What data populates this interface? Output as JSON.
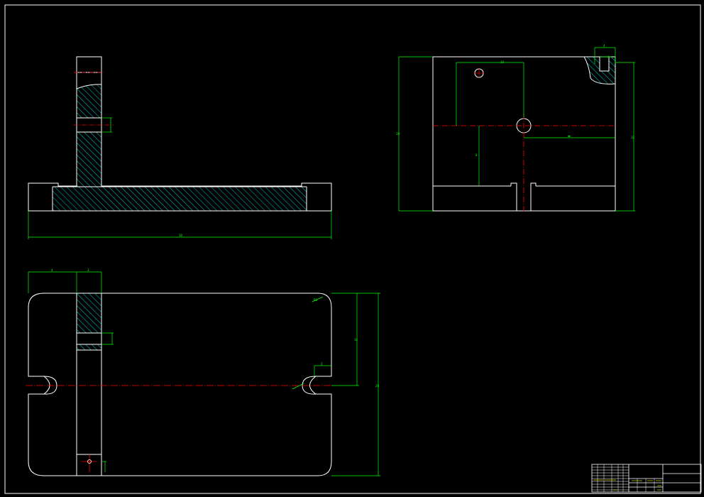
{
  "drawing": {
    "colors": {
      "background": "#000000",
      "outline": "#ffffff",
      "dimension": "#00ff00",
      "centerline": "#ff0000",
      "hatch": "#00ffff"
    },
    "front_view": {
      "overall_width_label": "30"
    },
    "side_view": {
      "height_label": "16",
      "right_height_label": "12",
      "top_label": "4",
      "hole_dist_label": "10",
      "slot_label": "4",
      "vert_label": "8"
    },
    "plan_view": {
      "overall_height_label": "20",
      "right_label": "14",
      "left_top_label": "4",
      "left_top_label2": "3",
      "radius_label": "R2",
      "slot_label": "2"
    },
    "title_block": {
      "visible_text": ""
    }
  }
}
